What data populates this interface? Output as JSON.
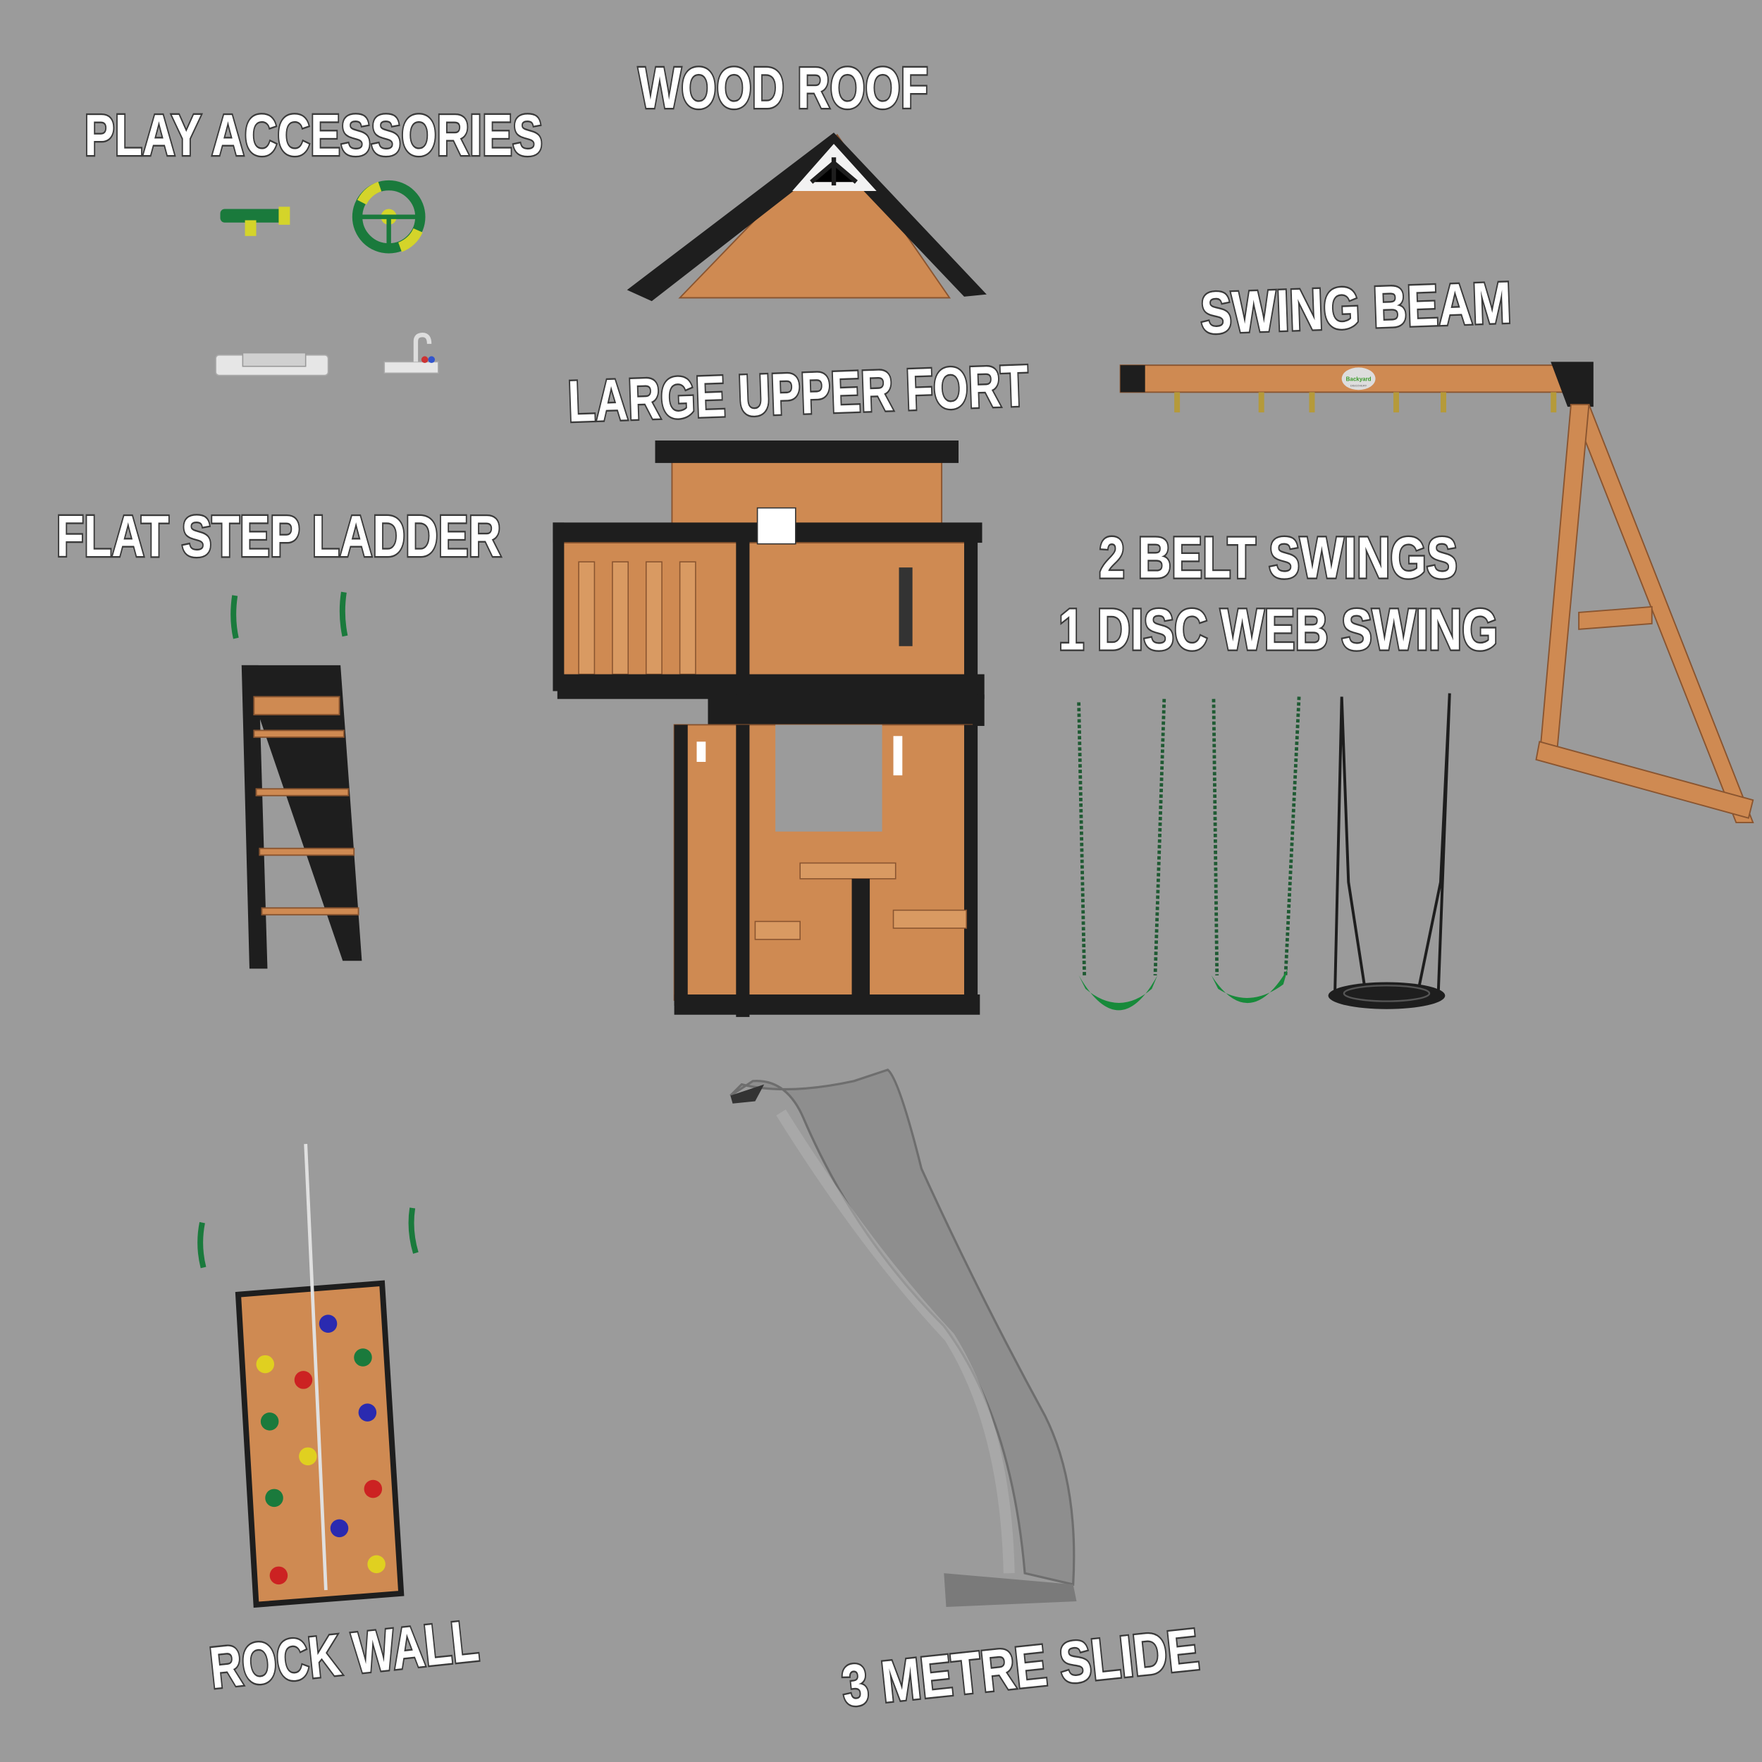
{
  "labels": {
    "play_accessories": "PLAY ACCESSORIES",
    "wood_roof": "WOOD ROOF",
    "swing_beam": "SWING BEAM",
    "large_upper_fort": "LARGE UPPER FORT",
    "flat_step_ladder": "FLAT STEP LADDER",
    "belt_swings": "2 BELT SWINGS",
    "disc_swing": "1 DISC WEB SWING",
    "rock_wall": "ROCK WALL",
    "slide": "3 METRE SLIDE"
  },
  "logo": {
    "brand": "Backyard",
    "sub": "DISCOVERY"
  },
  "colors": {
    "background": "#9b9b9b",
    "wood": "#cf8a52",
    "trim": "#1e1e1e",
    "green": "#1a7a3c",
    "slide": "#8e8e8e"
  }
}
